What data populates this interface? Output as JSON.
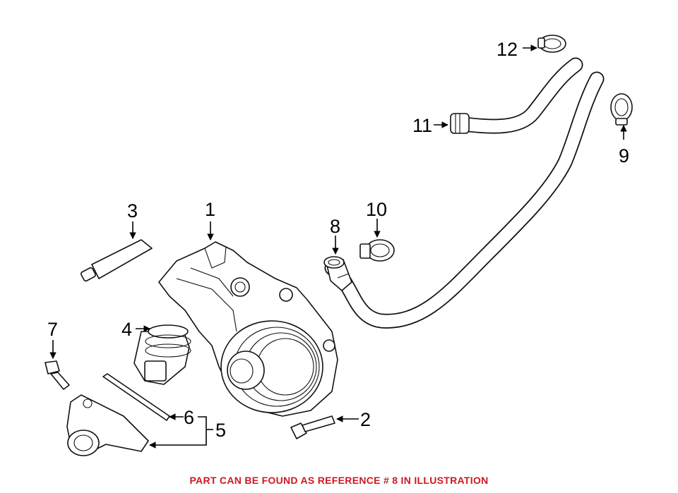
{
  "callouts": {
    "c1": "1",
    "c2": "2",
    "c3": "3",
    "c4": "4",
    "c5": "5",
    "c6": "6",
    "c7": "7",
    "c8": "8",
    "c9": "9",
    "c10": "10",
    "c11": "11",
    "c12": "12"
  },
  "footer": {
    "note": "PART CAN BE FOUND AS REFERENCE # 8 IN ILLUSTRATION",
    "color": "#d0181f"
  }
}
